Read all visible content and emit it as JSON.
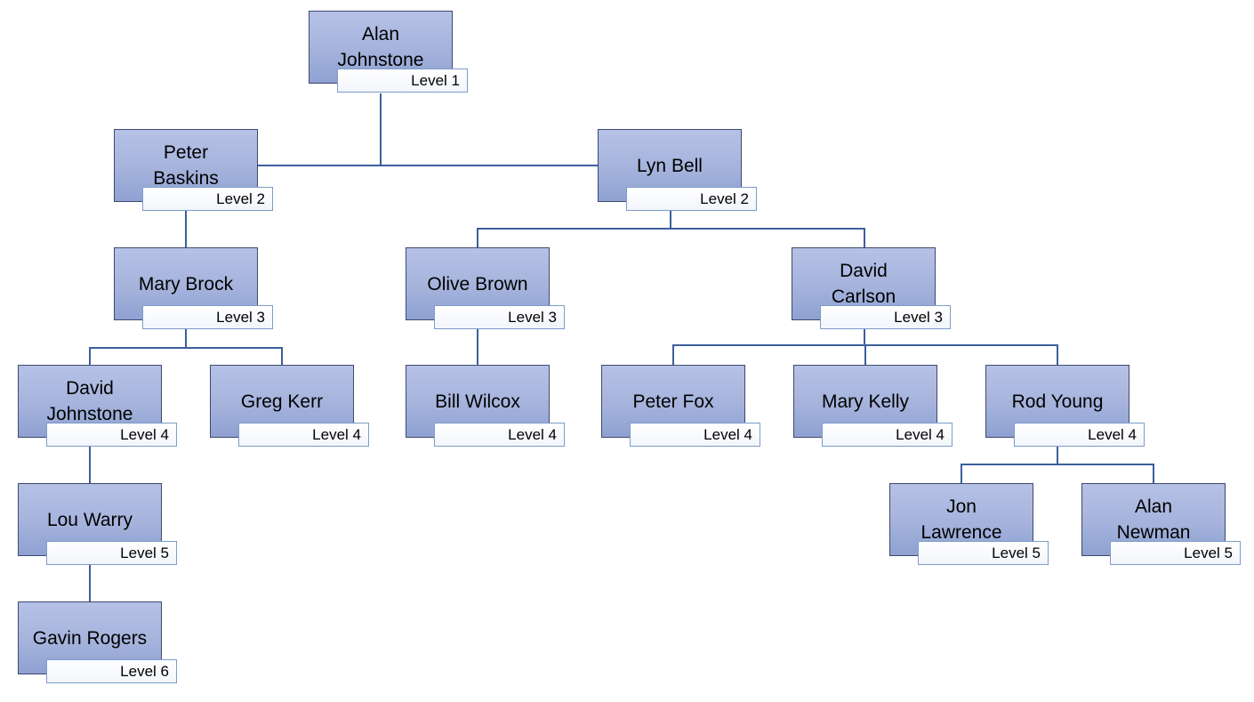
{
  "diagram": {
    "type": "org-chart",
    "levels_shown": [
      "Level 1",
      "Level 2",
      "Level 3",
      "Level 4",
      "Level 5",
      "Level 6"
    ],
    "colors": {
      "connector": "#3C5F9C",
      "node_fill_top": "#B6C1E6",
      "node_fill_bottom": "#8EA1D2",
      "node_border": "#3E4A6D",
      "level_badge_fill": "#FBFCFE",
      "level_badge_border": "#7E9CC8",
      "text": "#000000",
      "background": "#FFFFFF"
    }
  },
  "nodes": [
    {
      "id": "alan-johnstone",
      "name": "Alan\nJohnstone",
      "level": "Level 1",
      "parent": null
    },
    {
      "id": "peter-baskins",
      "name": "Peter\nBaskins",
      "level": "Level 2",
      "parent": "alan-johnstone"
    },
    {
      "id": "lyn-bell",
      "name": "Lyn Bell",
      "level": "Level 2",
      "parent": "alan-johnstone"
    },
    {
      "id": "mary-brock",
      "name": "Mary Brock",
      "level": "Level 3",
      "parent": "peter-baskins"
    },
    {
      "id": "olive-brown",
      "name": "Olive Brown",
      "level": "Level 3",
      "parent": "lyn-bell"
    },
    {
      "id": "david-carlson",
      "name": "David\nCarlson",
      "level": "Level 3",
      "parent": "lyn-bell"
    },
    {
      "id": "david-johnstone",
      "name": "David\nJohnstone",
      "level": "Level 4",
      "parent": "mary-brock"
    },
    {
      "id": "greg-kerr",
      "name": "Greg Kerr",
      "level": "Level 4",
      "parent": "mary-brock"
    },
    {
      "id": "bill-wilcox",
      "name": "Bill Wilcox",
      "level": "Level 4",
      "parent": "olive-brown"
    },
    {
      "id": "peter-fox",
      "name": "Peter Fox",
      "level": "Level 4",
      "parent": "david-carlson"
    },
    {
      "id": "mary-kelly",
      "name": "Mary Kelly",
      "level": "Level 4",
      "parent": "david-carlson"
    },
    {
      "id": "rod-young",
      "name": "Rod Young",
      "level": "Level 4",
      "parent": "david-carlson"
    },
    {
      "id": "lou-warry",
      "name": "Lou Warry",
      "level": "Level 5",
      "parent": "david-johnstone"
    },
    {
      "id": "jon-lawrence",
      "name": "Jon\nLawrence",
      "level": "Level 5",
      "parent": "rod-young"
    },
    {
      "id": "alan-newman",
      "name": "Alan\nNewman",
      "level": "Level 5",
      "parent": "rod-young"
    },
    {
      "id": "gavin-rogers",
      "name": "Gavin Rogers",
      "level": "Level 6",
      "parent": "lou-warry"
    }
  ]
}
